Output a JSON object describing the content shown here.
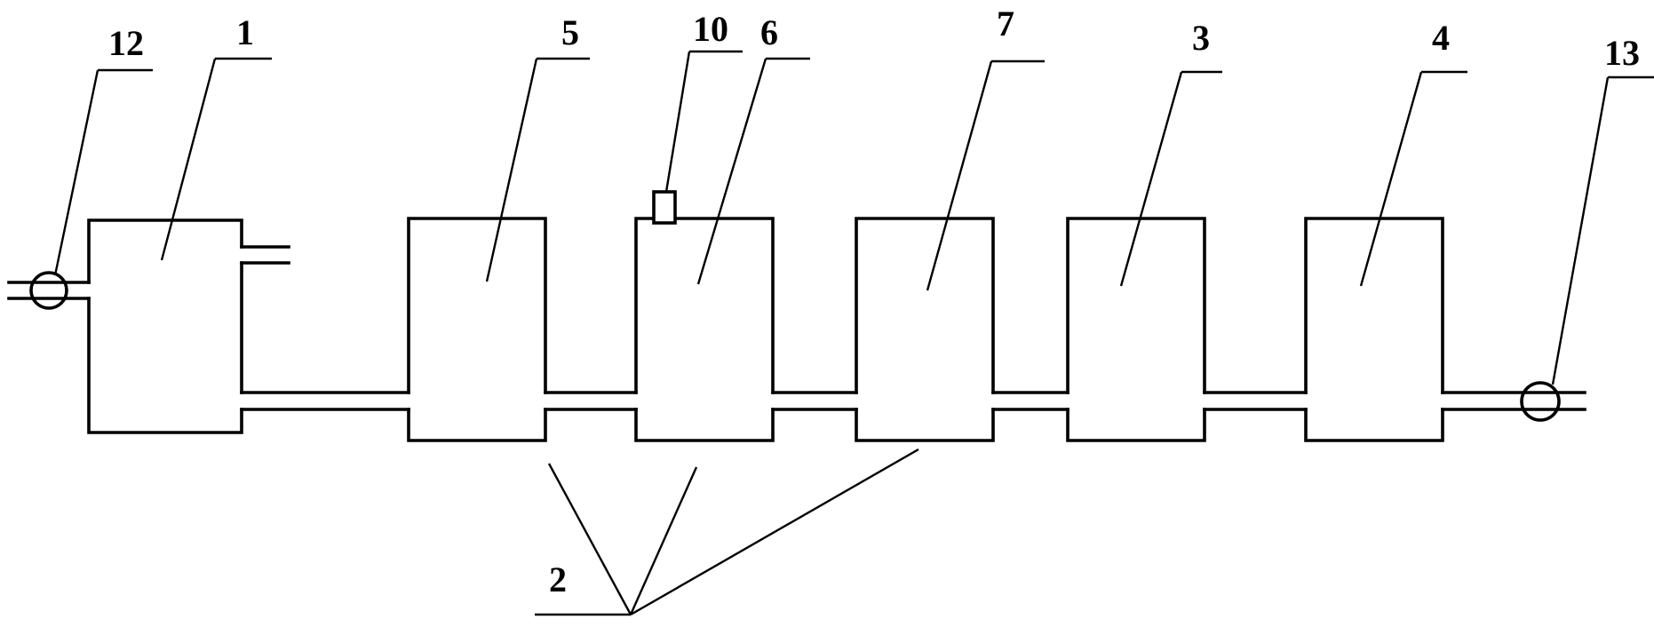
{
  "diagram": {
    "labels": {
      "l12": "12",
      "l1": "1",
      "l5": "5",
      "l10": "10",
      "l6": "6",
      "l7": "7",
      "l3": "3",
      "l4": "4",
      "l13": "13",
      "l2": "2"
    }
  }
}
